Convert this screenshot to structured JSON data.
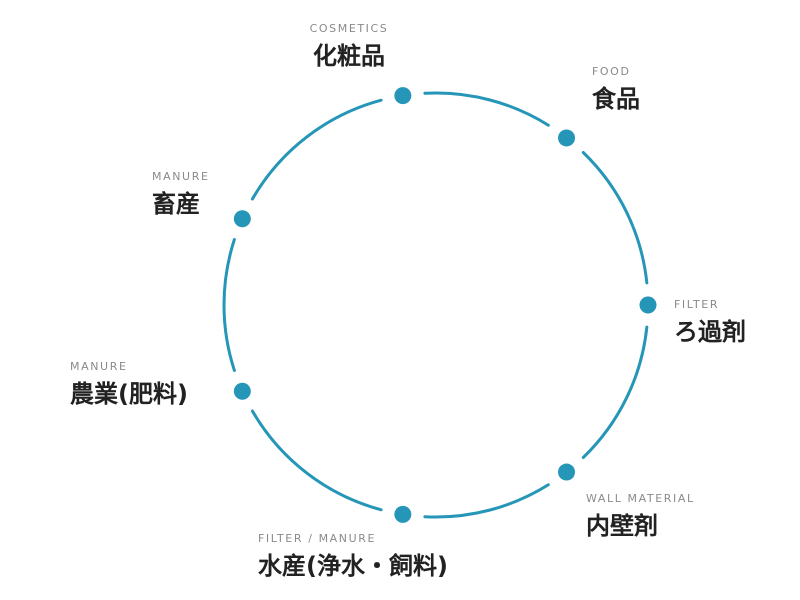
{
  "colors": {
    "accent": "#2596b8",
    "en_label": "#8a8a8a",
    "jp_label": "#222222"
  },
  "nodes": [
    {
      "id": "cosmetics",
      "angle": -99,
      "en": "COSMETICS",
      "jp": "化粧品"
    },
    {
      "id": "food",
      "angle": -52,
      "en": "FOOD",
      "jp": "食品"
    },
    {
      "id": "filter",
      "angle": 0,
      "en": "FILTER",
      "jp": "ろ過剤"
    },
    {
      "id": "wall-material",
      "angle": 52,
      "en": "WALL MATERIAL",
      "jp": "内壁剤"
    },
    {
      "id": "filter-manure",
      "angle": 99,
      "en": "FILTER / MANURE",
      "jp": "水産(浄水・飼料)"
    },
    {
      "id": "manure-agri",
      "angle": 156,
      "en": "MANURE",
      "jp": "農業(肥料)"
    },
    {
      "id": "manure-livestock",
      "angle": -156,
      "en": "MANURE",
      "jp": "畜産"
    }
  ]
}
